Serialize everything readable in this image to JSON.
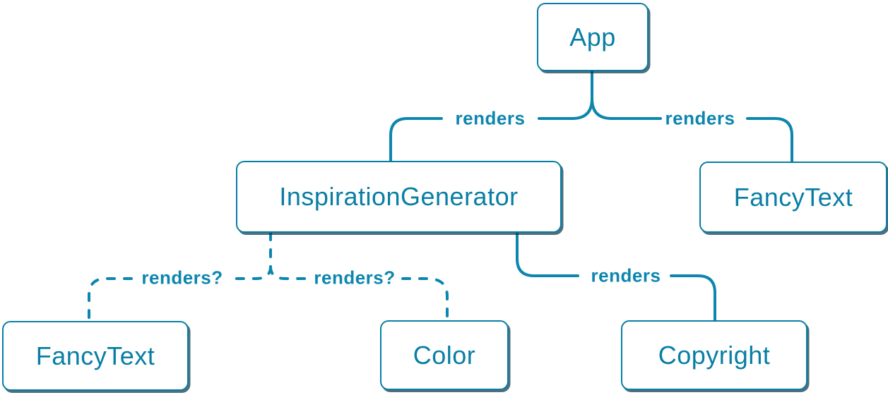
{
  "diagram": {
    "nodes": [
      {
        "id": "app",
        "label": "App"
      },
      {
        "id": "inspiration-generator",
        "label": "InspirationGenerator"
      },
      {
        "id": "fancy-text-top",
        "label": "FancyText"
      },
      {
        "id": "fancy-text-bottom",
        "label": "FancyText"
      },
      {
        "id": "color",
        "label": "Color"
      },
      {
        "id": "copyright",
        "label": "Copyright"
      }
    ],
    "edges": [
      {
        "from": "App",
        "to": "InspirationGenerator",
        "label": "renders",
        "style": "solid"
      },
      {
        "from": "App",
        "to": "FancyText",
        "label": "renders",
        "style": "solid"
      },
      {
        "from": "InspirationGenerator",
        "to": "FancyText",
        "label": "renders?",
        "style": "dashed"
      },
      {
        "from": "InspirationGenerator",
        "to": "Color",
        "label": "renders?",
        "style": "dashed"
      },
      {
        "from": "InspirationGenerator",
        "to": "Copyright",
        "label": "renders",
        "style": "solid"
      }
    ],
    "colors": {
      "node_border": "#087ea4",
      "node_text": "#087ea4",
      "node_fill": "#ffffff",
      "connector": "#0c86ae",
      "shadow": "rgba(5, 49, 69, 0.7)"
    }
  }
}
